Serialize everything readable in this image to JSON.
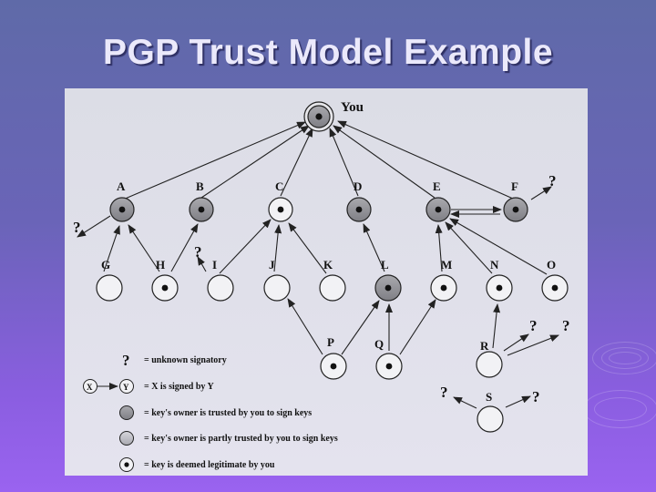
{
  "title": "PGP Trust Model Example",
  "you_label": "You",
  "node_labels": {
    "A": "A",
    "B": "B",
    "C": "C",
    "D": "D",
    "E": "E",
    "F": "F",
    "G": "G",
    "H": "H",
    "I": "I",
    "J": "J",
    "K": "K",
    "L": "L",
    "M": "M",
    "N": "N",
    "O": "O",
    "P": "P",
    "Q": "Q",
    "R": "R",
    "S": "S"
  },
  "unknown_mark": "?",
  "legend": {
    "unknown": "= unknown signatory",
    "x_label": "X",
    "y_label": "Y",
    "signed": "= X is signed by Y",
    "trusted": "= key's owner is trusted by you to sign keys",
    "partly": "= key's owner is partly trusted by you to sign keys",
    "legit": "= key is deemed legitimate by you"
  },
  "colors": {
    "trusted_fill": "#8e8e93",
    "partly_fill": "#bdbdc4",
    "empty_fill": "#f2f2f5",
    "edge": "#222222"
  }
}
